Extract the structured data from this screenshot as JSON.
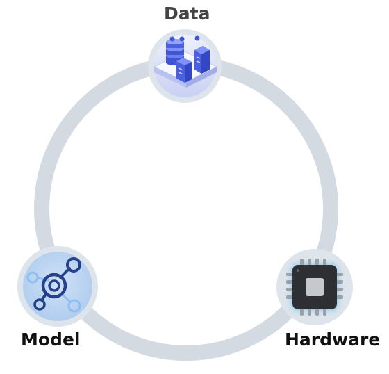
{
  "nodes": [
    {
      "id": "data",
      "label": "Data",
      "icon": "database-servers-icon"
    },
    {
      "id": "model",
      "label": "Model",
      "icon": "neural-network-icon"
    },
    {
      "id": "hardware",
      "label": "Hardware",
      "icon": "chip-icon"
    }
  ],
  "colors": {
    "ring": "#d3dae1",
    "node_bg": "#dde4eb",
    "data_accent": "#3f55d6",
    "model_accent": "#24418a",
    "model_light": "#8fbdf2",
    "chip_body": "#2d2f33",
    "chip_glow": "#86c7ef"
  }
}
